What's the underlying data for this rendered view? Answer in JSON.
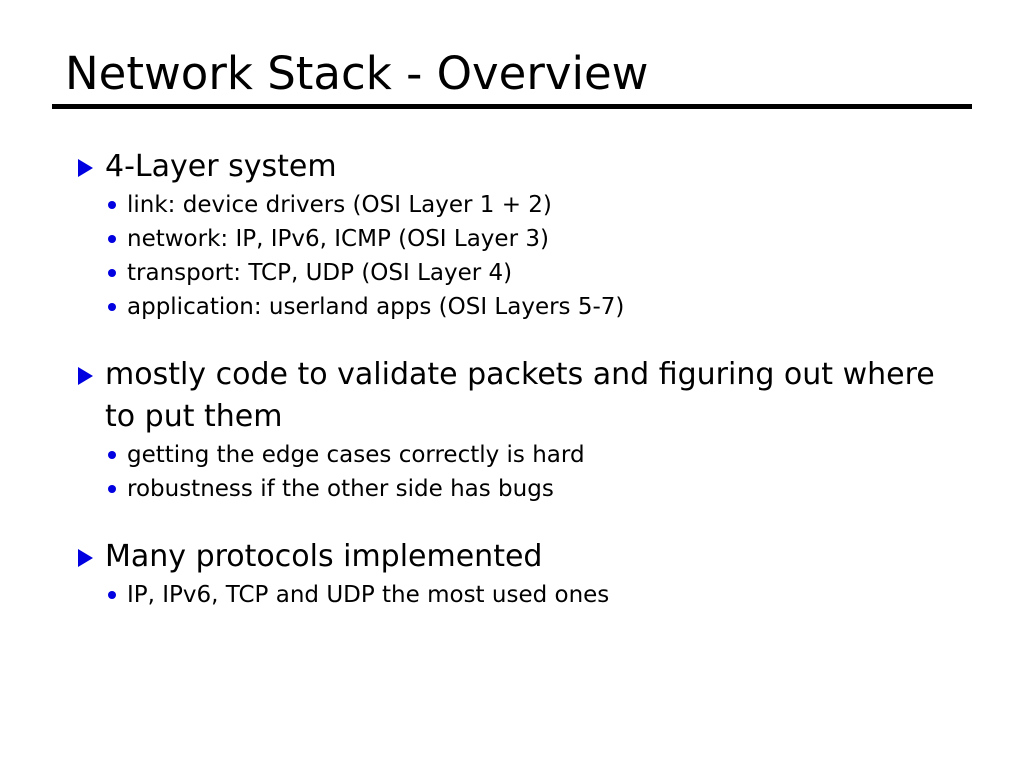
{
  "slide": {
    "title": "Network Stack - Overview",
    "background_color": "#ffffff",
    "text_color": "#000000",
    "accent_color": "#0000e0",
    "rule_color": "#000000"
  },
  "content": {
    "groups": [
      {
        "heading": "4-Layer system",
        "marker": "triangle-right-icon",
        "subitems": [
          "link: device drivers (OSI Layer 1 + 2)",
          "network: IP, IPv6, ICMP (OSI Layer 3)",
          "transport: TCP, UDP (OSI Layer 4)",
          "application: userland apps (OSI Layers 5-7)"
        ]
      },
      {
        "heading": "mostly code to validate packets and figuring out where to put them",
        "marker": "triangle-right-icon",
        "subitems": [
          "getting the edge cases correctly is hard",
          "robustness if the other side has bugs"
        ]
      },
      {
        "heading": "Many protocols implemented",
        "marker": "triangle-right-icon",
        "subitems": [
          "IP, IPv6, TCP and UDP the most used ones"
        ]
      }
    ]
  }
}
